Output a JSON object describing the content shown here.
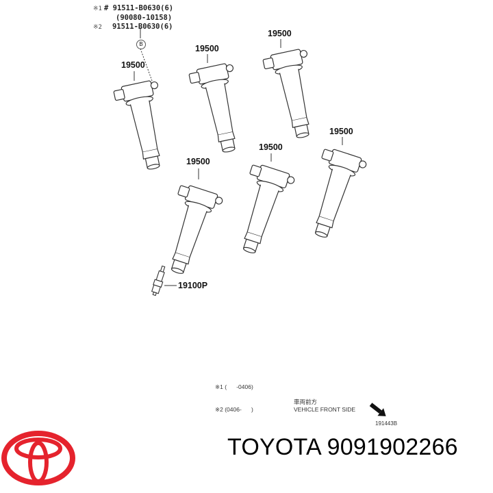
{
  "notes": {
    "line1_marker": "※1",
    "line1_prefix": "#",
    "line1_part": "91511-B0630(6)",
    "line2_part": "(90080-10158)",
    "line3_marker": "※2",
    "line3_part": "91511-B0630(6)",
    "callout": "B"
  },
  "parts": [
    {
      "label": "19500",
      "name": "ignition-coil-1"
    },
    {
      "label": "19500",
      "name": "ignition-coil-2"
    },
    {
      "label": "19500",
      "name": "ignition-coil-3"
    },
    {
      "label": "19500",
      "name": "ignition-coil-4"
    },
    {
      "label": "19500",
      "name": "ignition-coil-5"
    },
    {
      "label": "19500",
      "name": "ignition-coil-6"
    },
    {
      "label": "19100P",
      "name": "spark-plug"
    }
  ],
  "legend": {
    "row1": "※1 (      -0406)",
    "row2": "※2 (0406-      )"
  },
  "direction": {
    "jp": "車両前方",
    "en": "VEHICLE FRONT SIDE"
  },
  "diagram_code": "191443B",
  "caption": {
    "brand": "TOYOTA",
    "part_number": "9091902266",
    "full": "TOYOTA 9091902266"
  },
  "colors": {
    "logo_red": "#E5232D",
    "line": "#333333"
  }
}
